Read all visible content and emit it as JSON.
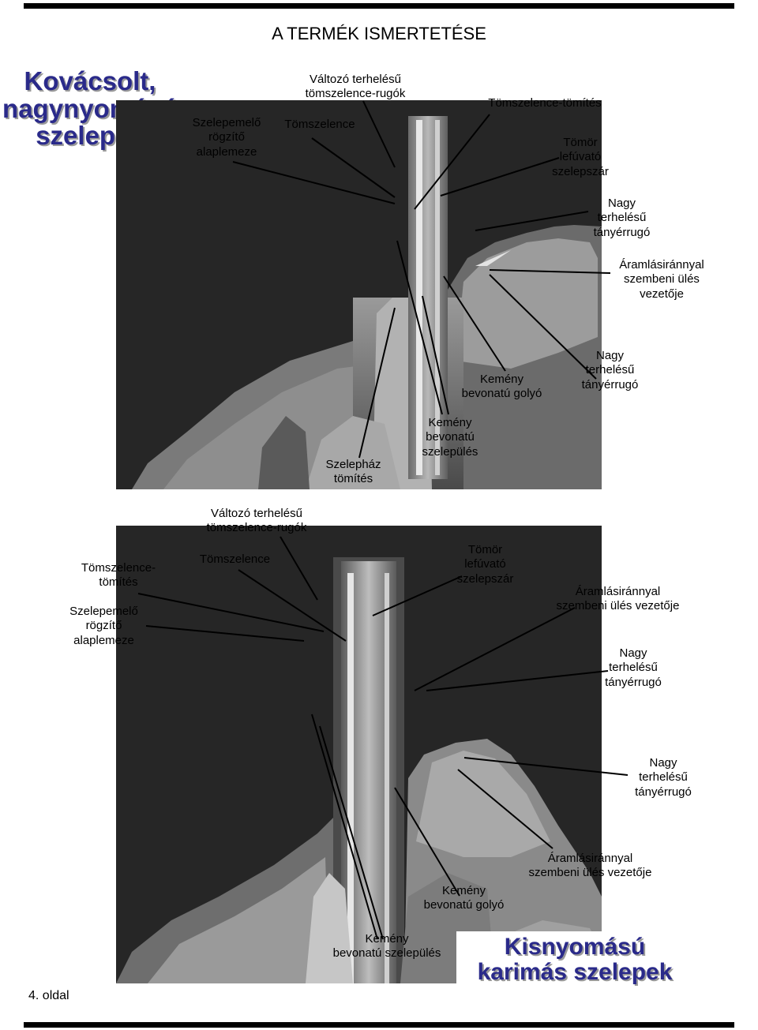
{
  "page_title": "A TERMÉK ISMERTETÉSE",
  "page_number": "4. oldal",
  "section1": {
    "heading_lines": [
      "Kovácsolt,",
      "nagynyomású",
      "szelepek"
    ],
    "labels": {
      "plate": [
        "Szelepemelő",
        "rögzítő",
        "alaplemeze"
      ],
      "packing": "Tömszelence",
      "springs": [
        "Változó terhelésű",
        "tömszelence-rugók"
      ],
      "packing_seal": "Tömszelence-tömítés",
      "stem": [
        "Tömör",
        "lefúvató",
        "szelepszár"
      ],
      "spring_top": [
        "Nagy",
        "terhelésű",
        "tányérrugó"
      ],
      "guide": [
        "Áramlásiránnyal",
        "szembeni ülés",
        "vezetője"
      ],
      "spring_mid": [
        "Nagy",
        "terhelésű",
        "tányérrugó"
      ],
      "ball": [
        "Kemény",
        "bevonatú golyó"
      ],
      "seat": [
        "Kemény",
        "bevonatú",
        "szelepülés"
      ],
      "body_seal": [
        "Szelepház",
        "tömítés"
      ]
    }
  },
  "section2": {
    "heading_lines": [
      "Kisnyomású",
      "karimás szelepek"
    ],
    "labels": {
      "springs": [
        "Változó terhelésű",
        "tömszelence-rugók"
      ],
      "packing_seal": [
        "Tömszelence-",
        "tömítés"
      ],
      "packing": "Tömszelence",
      "plate": [
        "Szelepemelő",
        "rögzítő",
        "alaplemeze"
      ],
      "stem": [
        "Tömör",
        "lefúvató",
        "szelepszár"
      ],
      "guide_top": [
        "Áramlásiránnyal",
        "szembeni ülés vezetője"
      ],
      "spring_top": [
        "Nagy",
        "terhelésű",
        "tányérrugó"
      ],
      "spring_mid": [
        "Nagy",
        "terhelésű",
        "tányérrugó"
      ],
      "guide_bottom": [
        "Áramlásiránnyal",
        "szembeni ülés vezetője"
      ],
      "ball": [
        "Kemény",
        "bevonatú golyó"
      ],
      "seat": [
        "Kemény",
        "bevonatú szelepülés"
      ]
    }
  }
}
